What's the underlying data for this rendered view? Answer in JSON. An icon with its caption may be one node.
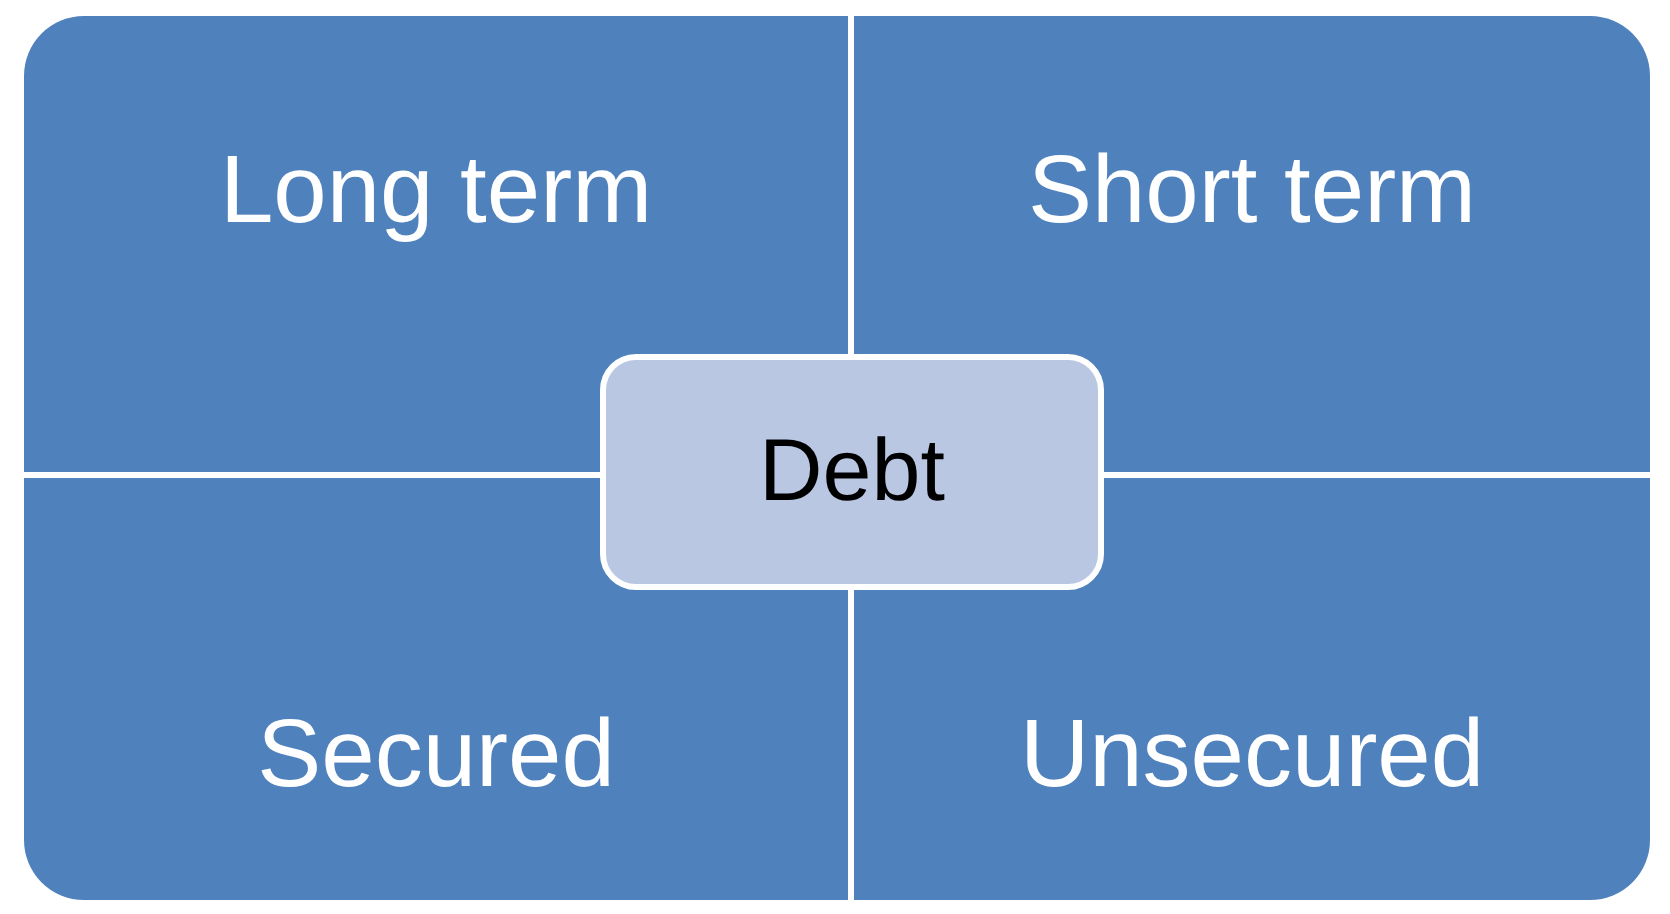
{
  "diagram": {
    "nodes": [
      {
        "text": [
          "Long term"
        ]
      },
      {
        "text": [
          "Short term"
        ]
      },
      {
        "text": [
          "Secured"
        ]
      },
      {
        "text": [
          "Unsecured"
        ]
      },
      {
        "text": [
          "Debt"
        ]
      }
    ]
  }
}
